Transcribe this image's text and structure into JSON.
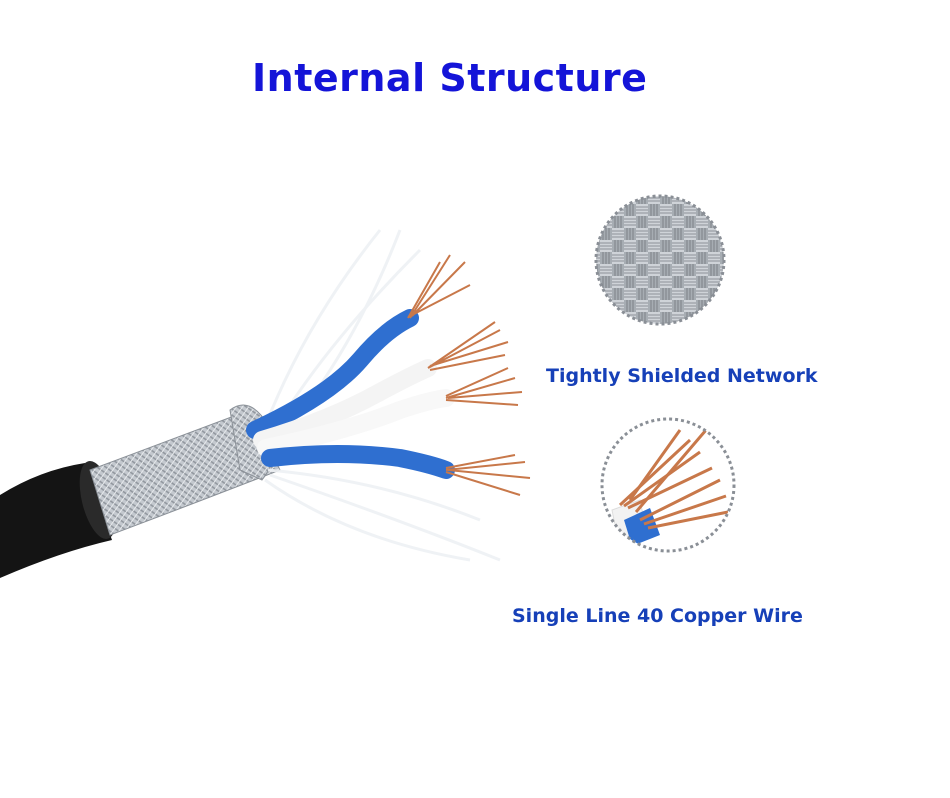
{
  "title": "Internal Structure",
  "callouts": {
    "shield_label": "Tightly Shielded Network",
    "copper_label": "Single Line 40 Copper Wire"
  },
  "colors": {
    "title": "#1414d8",
    "callout_text": "#1640b8",
    "jacket": "#141414",
    "braid": "#b9bec4",
    "blue_insulation": "#2f6fd0",
    "white_insulation": "#f4f4f4",
    "copper": "#c8784a",
    "detail_border": "#8a8f96"
  }
}
